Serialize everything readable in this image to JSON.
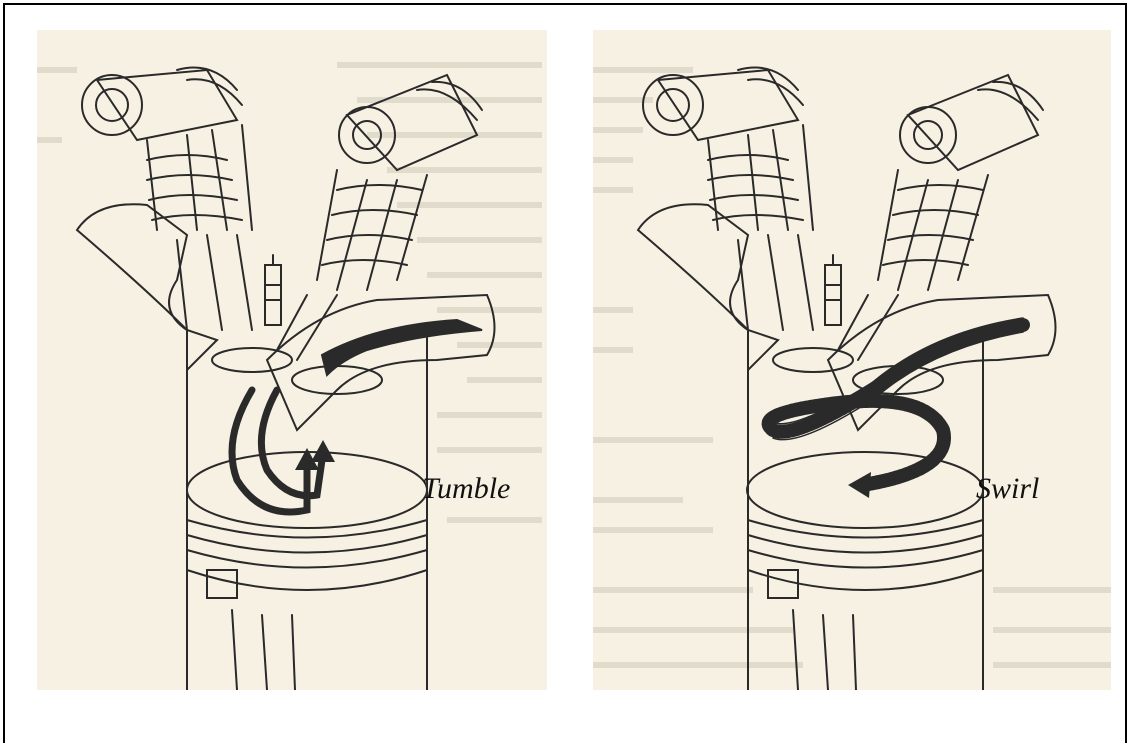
{
  "figure": {
    "panels": [
      {
        "id": "tumble",
        "label": "Tumble"
      },
      {
        "id": "swirl",
        "label": "Swirl"
      }
    ]
  },
  "colors": {
    "paper": "#f7f1e3",
    "ink": "#2a2a2a",
    "bleed": "#d9d2c3",
    "frame": "#000000"
  }
}
